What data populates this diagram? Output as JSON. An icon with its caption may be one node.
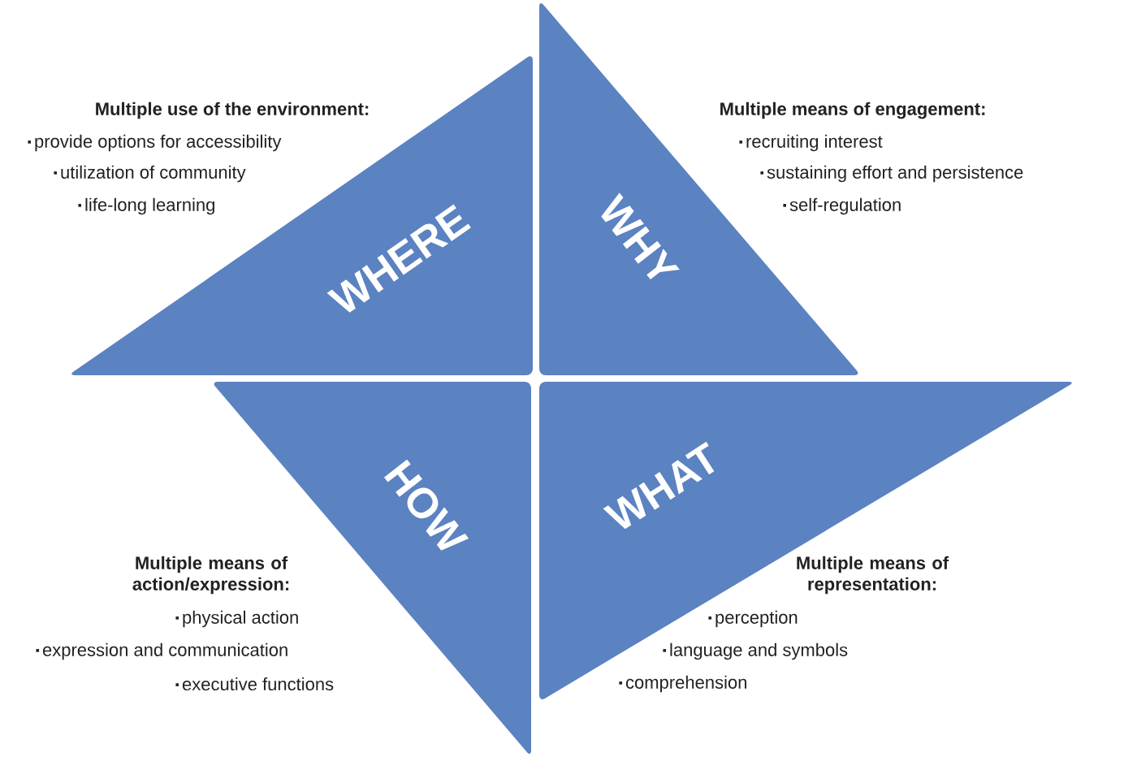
{
  "diagram": {
    "nodes": [
      {
        "text": [
          "WHERE"
        ],
        "beside": [
          "Multiple use of the environment:",
          "provide options for accessibility",
          "utilization of community",
          "life-long learning"
        ]
      },
      {
        "text": [
          "WHY"
        ],
        "beside": [
          "Multiple means of engagement:",
          "recruiting interest",
          "sustaining effort and persistence",
          "self-regulation"
        ]
      },
      {
        "text": [
          "HOW"
        ],
        "beside": [
          "Multiple means of action/expression:",
          "physical action",
          "expression and communication",
          "executive functions"
        ]
      },
      {
        "text": [
          "WHAT"
        ],
        "beside": [
          "Multiple means of representation:",
          "perception",
          "language and symbols",
          "comprehension"
        ]
      }
    ]
  }
}
